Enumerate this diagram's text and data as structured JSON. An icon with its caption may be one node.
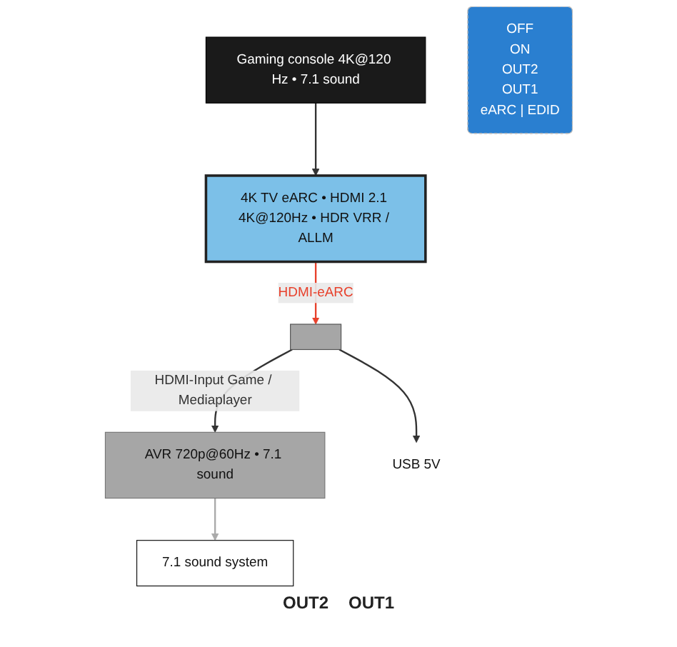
{
  "diagram": {
    "nodes": [
      {
        "text": [
          "7.1 sound system"
        ]
      },
      {
        "text": [
          "AVR 720p@60Hz • 7.1 sound"
        ]
      },
      {
        "text": [
          "4K TV eARC • HDMI 2.1 4K@120Hz • HDR VRR / ALLM"
        ]
      },
      {
        "text": [],
        "shape": "box"
      },
      {
        "text": [
          "Gaming console 4K@120 Hz • 7.1 sound"
        ]
      },
      {
        "text": [
          "OFF",
          "ON",
          "OUT2",
          "OUT1",
          "eARC | EDID"
        ]
      },
      {
        "text": [
          "USB 5V"
        ]
      }
    ],
    "edges": [
      {
        "from": 1,
        "to": 0,
        "arrow": "to",
        "color": "#aaaaaa"
      },
      {
        "from": 3,
        "to": 1,
        "arrow": "to",
        "label": "HDMI-Input Game / Mediaplayer"
      },
      {
        "from": 2,
        "to": 3,
        "arrow": "to",
        "label": "HDMI-eARC",
        "color": "#e8412c"
      },
      {
        "from": 4,
        "to": 2,
        "arrow": "to"
      },
      {
        "from": 3,
        "to": 6,
        "arrow": "to"
      }
    ],
    "labels": [
      "OUT2",
      "OUT1"
    ]
  }
}
